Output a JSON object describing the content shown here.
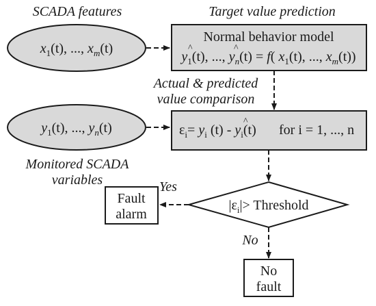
{
  "labels": {
    "scada_features": "SCADA features",
    "target_prediction": "Target value prediction",
    "comparison_line1": "Actual & predicted",
    "comparison_line2": "value comparison",
    "monitored_line1": "Monitored SCADA",
    "monitored_line2": "variables",
    "yes": "Yes",
    "no": "No"
  },
  "nodes": {
    "features_ellipse": {
      "var": "x",
      "subs": [
        "1",
        "m"
      ],
      "sep": ", ..., ",
      "t": "(t)"
    },
    "monitored_ellipse": {
      "var": "y",
      "subs": [
        "1",
        "n"
      ],
      "sep": ", ..., ",
      "t": "(t)"
    },
    "model_box": {
      "title": "Normal behavior model",
      "equation": {
        "out_var": "y",
        "out_subs": [
          "1",
          "n"
        ],
        "func": "f",
        "in_var": "x",
        "in_subs": [
          "1",
          "m"
        ]
      }
    },
    "residual_box": {
      "eps": "ε",
      "index": "i",
      "range_text": "for i = 1, ..., n"
    },
    "decision_diamond": {
      "text": "> Threshold"
    },
    "fault_box": {
      "line1": "Fault",
      "line2": "alarm"
    },
    "no_fault_box": {
      "line1": "No",
      "line2": "fault"
    }
  },
  "colors": {
    "fill": "#d9d9d9",
    "stroke": "#1a1a1a",
    "background": "#ffffff"
  }
}
